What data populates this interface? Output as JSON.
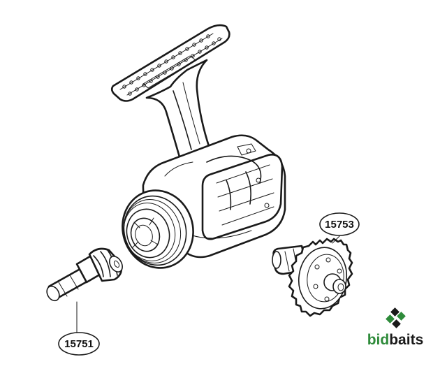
{
  "callouts": [
    {
      "id": "15753",
      "label": "15753"
    },
    {
      "id": "15751",
      "label": "15751"
    }
  ],
  "logo": {
    "text": "bidbaits",
    "text_first": "bid",
    "text_rest": "baits",
    "colors": {
      "green": "#2e8b3a",
      "dark": "#1a1a1a"
    }
  },
  "colors": {
    "ink": "#1a1a1a",
    "background": "#ffffff"
  }
}
